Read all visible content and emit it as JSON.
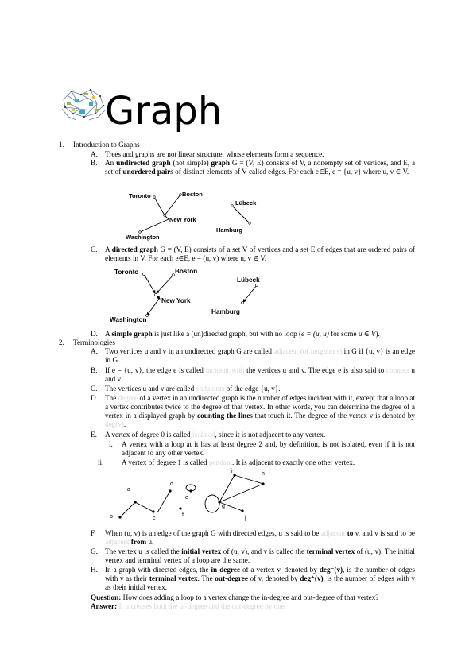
{
  "title": "Graph",
  "s1": {
    "num": "1.",
    "heading": "Introduction to Graphs",
    "A": {
      "num": "A.",
      "text": "Trees and graphs are not linear structure, whose elements form a sequence."
    },
    "B": {
      "num": "B.",
      "p1": "An ",
      "b1": "undirected graph",
      "p2": " (not simple) ",
      "b2": "graph",
      "p3": " G = (V, E) consists of V, a nonempty set of vertices, and E, a set of ",
      "b3": "unordered pairs",
      "p4": " of distinct elements of V called edges. For each e∈E, e = {u, v} where u, v ∈ V."
    },
    "C": {
      "num": "C.",
      "p1": "A ",
      "b1": "directed graph",
      "p2": " G = (V, E) consists of a set V of vertices and a set E of edges that are ordered pairs of elements in V.    For each e∈E, e = (u, v) where u, v ∈ V."
    },
    "D": {
      "num": "D.",
      "p1": "A ",
      "b1": "simple graph",
      "p2": " is just like a (un)directed graph, but with no loop (",
      "i1": "e = (u, u)",
      "p3": " for some ",
      "i2": "u ∈ V",
      "p4": ")."
    }
  },
  "fig1": {
    "toronto": "Toronto",
    "boston": "Boston",
    "newyork": "New York",
    "washington": "Washington",
    "lubeck": "Lübeck",
    "hamburg": "Hamburg"
  },
  "fig2": {
    "toronto": "Toronto",
    "boston": "Boston",
    "newyork": "New York",
    "washington": "Washington",
    "lubeck": "Lübeck",
    "hamburg": "Hamburg"
  },
  "s2": {
    "num": "2.",
    "heading": "Terminologies",
    "A": {
      "num": "A.",
      "p1": "Two vertices u and v in an undirected graph G are called ",
      "g1": "adjacent (or neighbors)",
      "p2": " in G if {u, v} is an edge in G."
    },
    "B": {
      "num": "B.",
      "p1": "If e = {u, v}, the edge e is called ",
      "g1": "incident with",
      "p2": " the vertices u and v. The edge e is also said to ",
      "g2": "connect",
      "p3": " u and v."
    },
    "C": {
      "num": "C.",
      "p1": "The vertices u and v are called ",
      "g1": "endpoints",
      "p2": " of the edge {u, v}."
    },
    "D": {
      "num": "D.",
      "p1": "The ",
      "g1": "degree",
      "p2": " of a vertex in an undirected graph is the number of edges incident with it, except that a loop at a vertex contributes twice to the degree of that vertex. In other words, you can determine the degree of a vertex in a displayed graph by ",
      "b1": "counting the lines",
      "p3": " that touch it. The degree of the vertex v is denoted by ",
      "g2": "deg(v)",
      "p4": "."
    },
    "E": {
      "num": "E.",
      "p1": "A vertex of degree 0 is called ",
      "g1": "isolated",
      "p2": ", since it is not adjacent to any vertex.",
      "i": {
        "num": "i.",
        "text": "A vertex with a loop at it has at least degree 2 and, by definition, is not isolated, even if it is not adjacent to any other vertex."
      },
      "ii": {
        "num": "ii.",
        "p1": "A vertex of degree 1 is called ",
        "g1": "pendant",
        "p2": ". It is adjacent to exactly one other vertex."
      }
    },
    "F": {
      "num": "F.",
      "p1": "When (u, v) is an edge of the graph G with directed edges, u is said to be ",
      "g1": "adjacent",
      "b1": " to",
      "p2": " v, and v is said to be ",
      "g2": "adjacent",
      "b2": " from",
      "p3": " u."
    },
    "G": {
      "num": "G.",
      "p1": "The vertex u is called the ",
      "b1": "initial vertex",
      "p2": " of (u, v), and v is called the ",
      "b2": "terminal vertex",
      "p3": " of (u, v). The initial vertex and terminal vertex of a loop are the same."
    },
    "H": {
      "num": "H.",
      "p1": "In a graph with directed edges, the ",
      "b1": "in-degree",
      "p2": " of a vertex v, denoted by ",
      "b2": "deg⁻(v)",
      "p3": ", is the number of edges with v as their ",
      "b3": "terminal vertex",
      "p4": ". The ",
      "b4": "out-degree",
      "p5": " of v, denoted by ",
      "b5": "deg⁺(v)",
      "p6": ", is the number of edges with v as their initial vertex."
    },
    "question": {
      "label": "Question:",
      "text": " How does adding a loop to a vertex change the in-degree and out-degree of that vertex?"
    },
    "answer": {
      "label": "Answer:",
      "text": " It increases both the in-degree and the out-degree by one."
    }
  },
  "fig3": {
    "a": "a",
    "b": "b",
    "c": "c",
    "d": "d",
    "e": "e",
    "f": "f",
    "g": "g",
    "h": "h",
    "i": "i",
    "j": "j"
  }
}
